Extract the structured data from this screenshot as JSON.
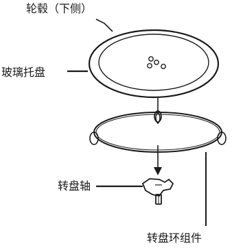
{
  "labels": {
    "hub": "轮毂（下侧）",
    "glass_tray": "玻璃托盘",
    "shaft": "转盘轴",
    "ring_assembly": "转盘环组件"
  },
  "colors": {
    "line": "#1a1a1a",
    "background": "#ffffff"
  }
}
